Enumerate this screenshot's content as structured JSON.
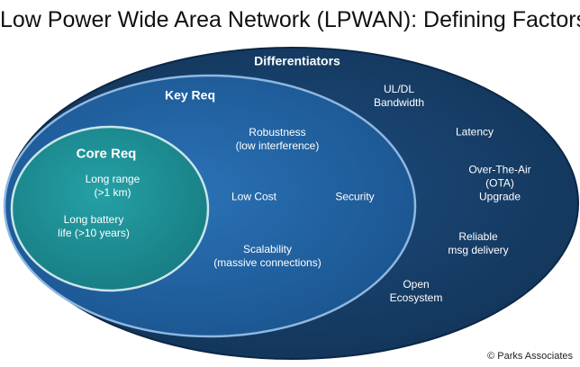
{
  "title": "Low Power Wide Area Network (LPWAN): Defining Factors",
  "colors": {
    "differentiators_fill": "#143a63",
    "key_req_fill": "#1f5e9e",
    "core_req_fill": "#1c8e93",
    "text": "#ffffff"
  },
  "differentiators": {
    "heading": "Differentiators",
    "items": [
      "UL/DL\nBandwidth",
      "Latency",
      "Over-The-Air (OTA)\nUpgrade",
      "Reliable\nmsg delivery",
      "Open\nEcosystem"
    ]
  },
  "key_req": {
    "heading": "Key Req",
    "items": [
      "Robustness\n(low interference)",
      "Low Cost",
      "Security",
      "Scalability\n(massive connections)"
    ]
  },
  "core_req": {
    "heading": "Core Req",
    "items": [
      "Long range\n(>1 km)",
      "Long battery\nlife (>10 years)"
    ]
  },
  "credit": "© Parks Associates"
}
